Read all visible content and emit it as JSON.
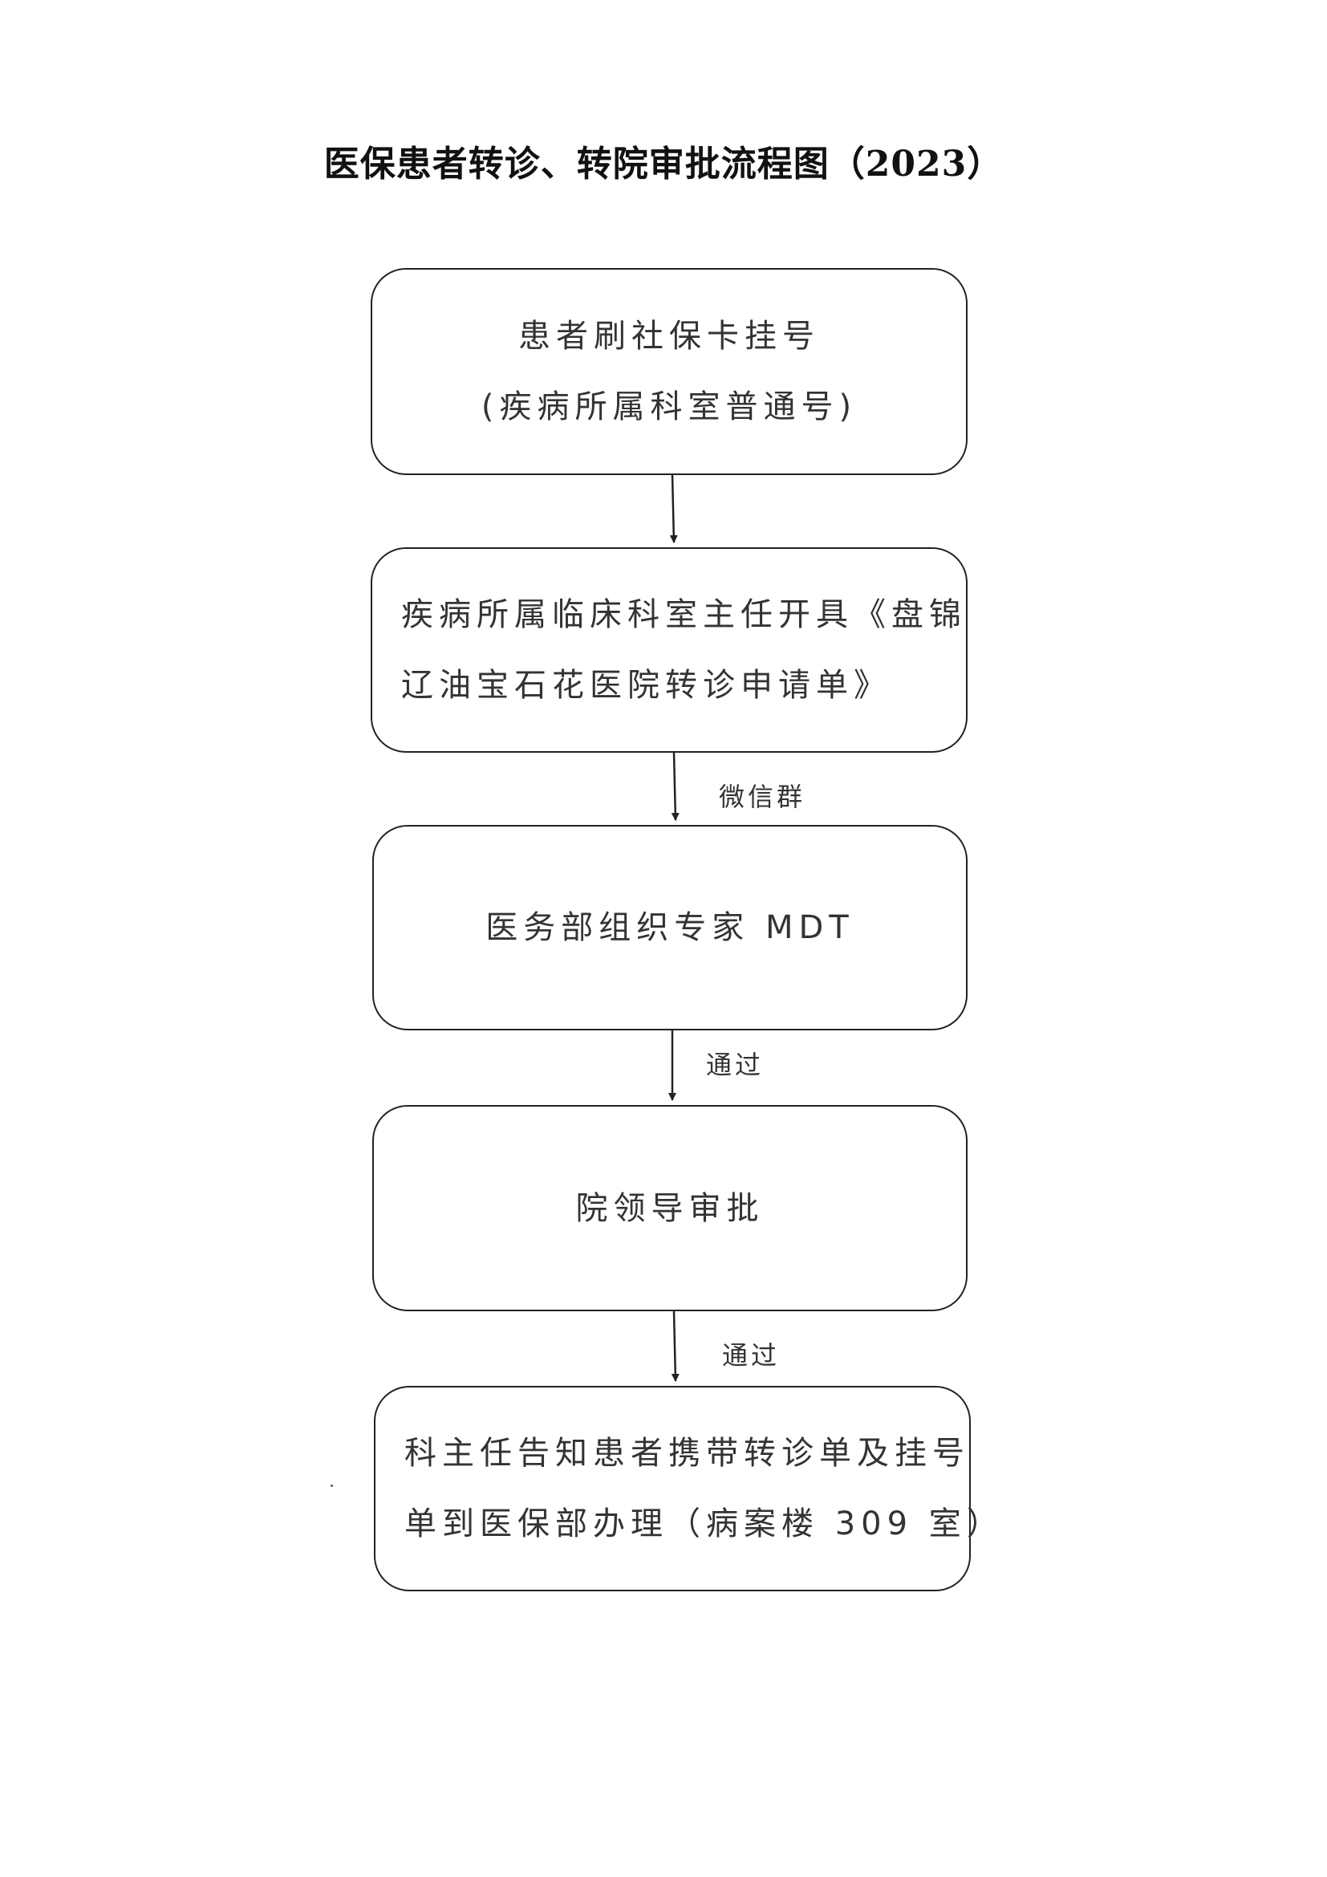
{
  "title": "医保患者转诊、转院审批流程图（2023）",
  "steps": [
    {
      "lines": [
        "患者刷社保卡挂号",
        "(疾病所属科室普通号)"
      ]
    },
    {
      "lines": [
        "疾病所属临床科室主任开具《盘锦",
        "辽油宝石花医院转诊申请单》"
      ]
    },
    {
      "lines": [
        "医务部组织专家 MDT"
      ]
    },
    {
      "lines": [
        "院领导审批"
      ]
    },
    {
      "lines": [
        "科主任告知患者携带转诊单及挂号",
        "单到医保部办理（病案楼 309 室）"
      ]
    }
  ],
  "edge_labels": [
    "微信群",
    "通过",
    "通过"
  ],
  "colors": {
    "stroke": "#222222",
    "text": "#333333"
  }
}
